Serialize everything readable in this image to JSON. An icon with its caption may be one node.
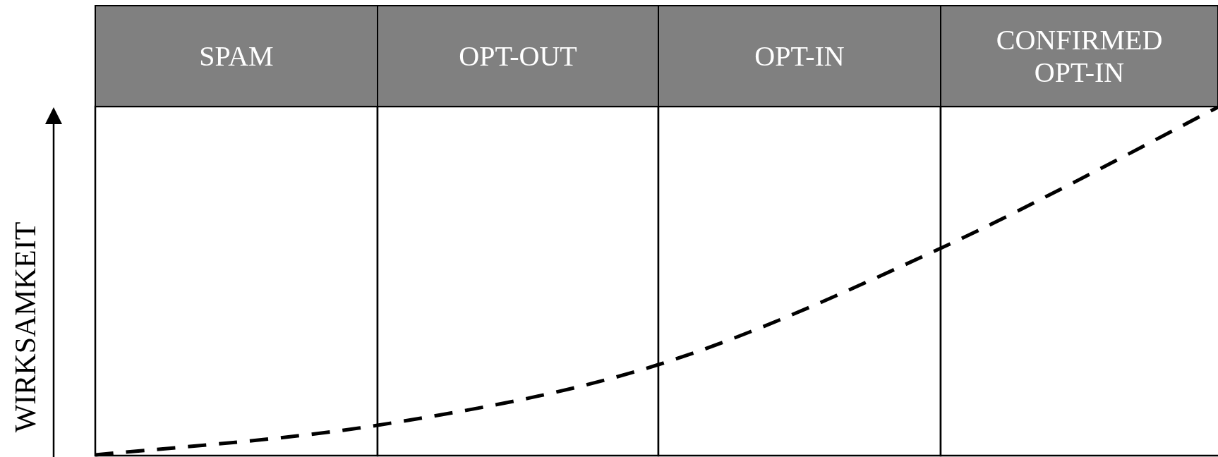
{
  "diagram": {
    "nodes": [
      {
        "text": [
          "SPAM"
        ]
      },
      {
        "text": [
          "OPT-OUT"
        ]
      },
      {
        "text": [
          "OPT-IN"
        ]
      },
      {
        "text": [
          "CONFIRMED OPT-IN"
        ]
      }
    ],
    "labels": [
      "WIRKSAMKEIT"
    ]
  }
}
